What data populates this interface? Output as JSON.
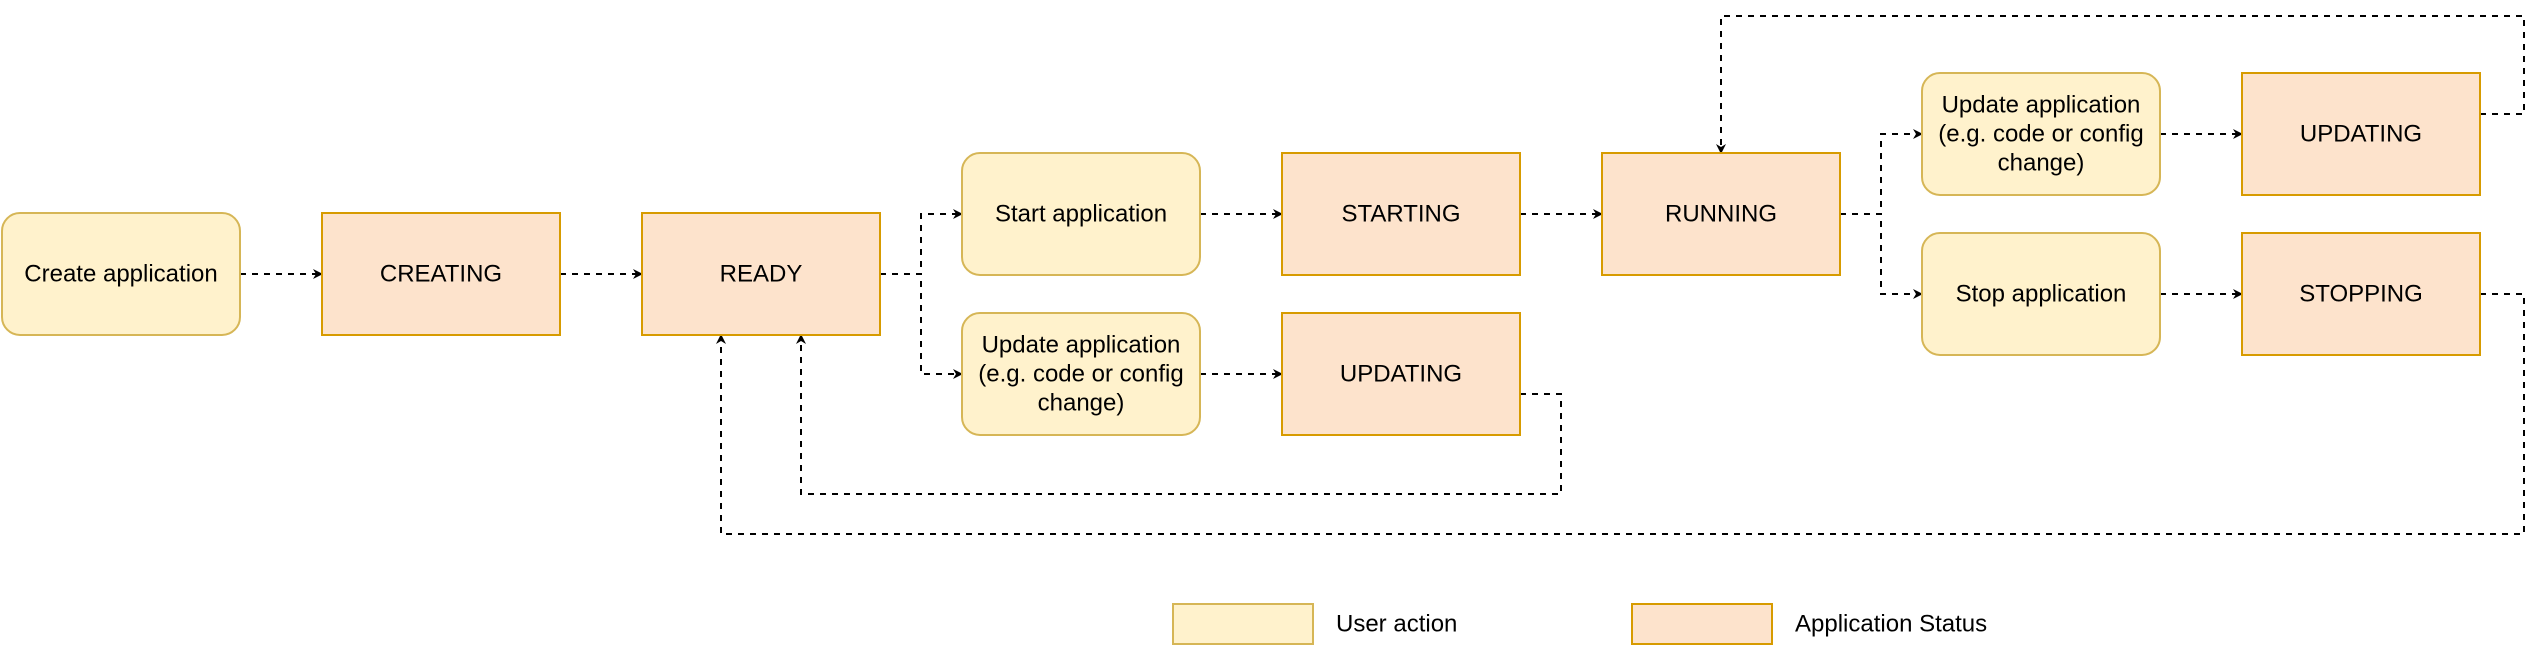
{
  "colors": {
    "user_action_fill": "#fff2cc",
    "user_action_stroke": "#d6b656",
    "status_fill": "#fde3cc",
    "status_stroke": "#d79b00",
    "edge": "#000000"
  },
  "nodes": {
    "create_application": {
      "kind": "user_action",
      "lines": [
        "Create application"
      ]
    },
    "creating": {
      "kind": "status",
      "lines": [
        "CREATING"
      ]
    },
    "ready": {
      "kind": "status",
      "lines": [
        "READY"
      ]
    },
    "start_application": {
      "kind": "user_action",
      "lines": [
        "Start application"
      ]
    },
    "starting": {
      "kind": "status",
      "lines": [
        "STARTING"
      ]
    },
    "running": {
      "kind": "status",
      "lines": [
        "RUNNING"
      ]
    },
    "update_application_top": {
      "kind": "user_action",
      "lines": [
        "Update application",
        "(e.g. code or config",
        "change)"
      ]
    },
    "updating_top": {
      "kind": "status",
      "lines": [
        "UPDATING"
      ]
    },
    "stop_application": {
      "kind": "user_action",
      "lines": [
        "Stop application"
      ]
    },
    "stopping": {
      "kind": "status",
      "lines": [
        "STOPPING"
      ]
    },
    "update_application_bottom": {
      "kind": "user_action",
      "lines": [
        "Update application",
        "(e.g. code or config",
        "change)"
      ]
    },
    "updating_bottom": {
      "kind": "status",
      "lines": [
        "UPDATING"
      ]
    }
  },
  "edges": [
    {
      "from": "create_application",
      "to": "creating"
    },
    {
      "from": "creating",
      "to": "ready"
    },
    {
      "from": "ready",
      "to": "start_application"
    },
    {
      "from": "ready",
      "to": "update_application_bottom"
    },
    {
      "from": "start_application",
      "to": "starting"
    },
    {
      "from": "starting",
      "to": "running"
    },
    {
      "from": "running",
      "to": "update_application_top"
    },
    {
      "from": "running",
      "to": "stop_application"
    },
    {
      "from": "update_application_top",
      "to": "updating_top"
    },
    {
      "from": "stop_application",
      "to": "stopping"
    },
    {
      "from": "update_application_bottom",
      "to": "updating_bottom"
    },
    {
      "from": "updating_top",
      "to": "running"
    },
    {
      "from": "updating_bottom",
      "to": "ready"
    },
    {
      "from": "stopping",
      "to": "ready"
    }
  ],
  "legend": {
    "user_action": "User action",
    "status": "Application Status"
  }
}
